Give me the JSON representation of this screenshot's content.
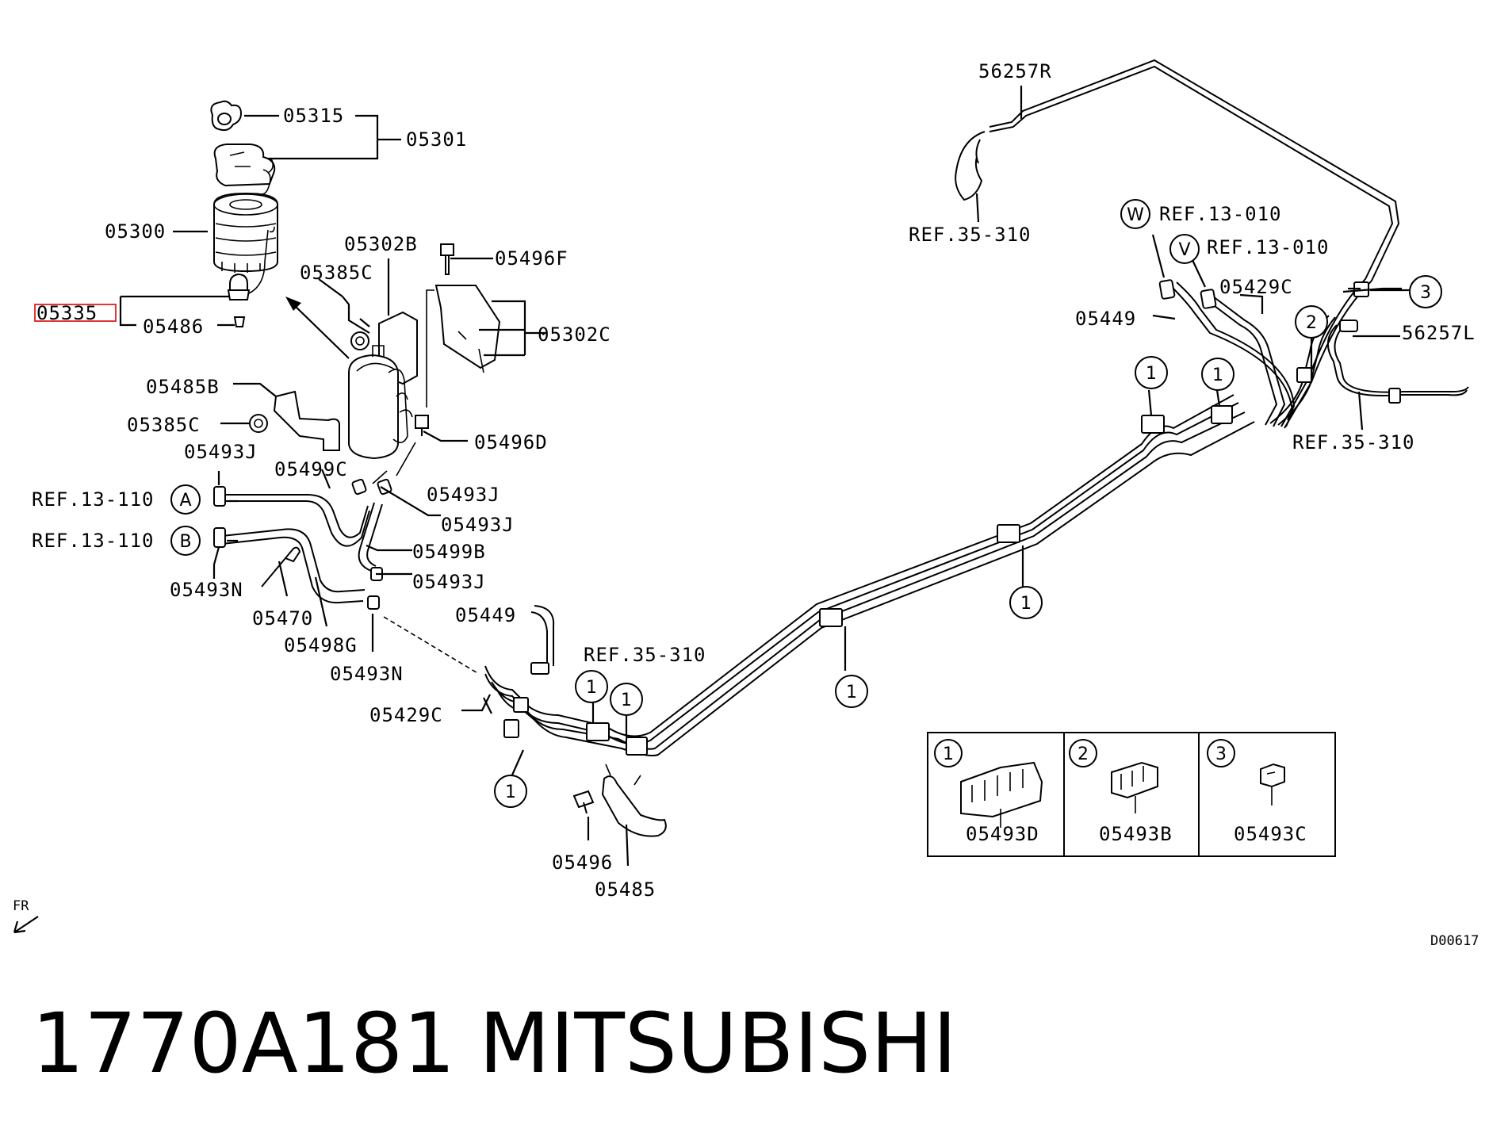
{
  "title": {
    "part_number": "1770A181",
    "brand": "MITSUBISHI"
  },
  "diagram_code": "D00617",
  "direction_marker": "FR",
  "highlighted_label": "05335",
  "labels": {
    "p05315": "05315",
    "p05301": "05301",
    "p05300": "05300",
    "p05486": "05486",
    "p05302B": "05302B",
    "p05385C_top": "05385C",
    "p05496F": "05496F",
    "p05302C": "05302C",
    "p05485B": "05485B",
    "p05385C_bot": "05385C",
    "p05496D": "05496D",
    "p05493J_a": "05493J",
    "p05499C": "05499C",
    "p05493J_b": "05493J",
    "p05493J_c": "05493J",
    "p05499B": "05499B",
    "p05493J_d": "05493J",
    "p05493N_a": "05493N",
    "p05470": "05470",
    "p05498G": "05498G",
    "p05493N_b": "05493N",
    "p05449_bot": "05449",
    "p05429C_bot": "05429C",
    "p05496": "05496",
    "p05485": "05485",
    "p56257R": "56257R",
    "p05449_top": "05449",
    "p05429C_top": "05429C",
    "p56257L": "56257L",
    "ref_13_110_a": "REF.13-110",
    "ref_13_110_b": "REF.13-110",
    "ref_35_310_top": "REF.35-310",
    "ref_35_310_mid": "REF.35-310",
    "ref_35_310_right": "REF.35-310",
    "ref_13_010_w": "REF.13-010",
    "ref_13_010_v": "REF.13-010"
  },
  "callouts": {
    "A": "A",
    "B": "B",
    "W": "W",
    "V": "V",
    "one": "1",
    "two": "2",
    "three": "3"
  },
  "legend": [
    {
      "index": "1",
      "part": "05493D"
    },
    {
      "index": "2",
      "part": "05493B"
    },
    {
      "index": "3",
      "part": "05493C"
    }
  ],
  "colors": {
    "highlight": "#e02020",
    "ink": "#000000"
  }
}
